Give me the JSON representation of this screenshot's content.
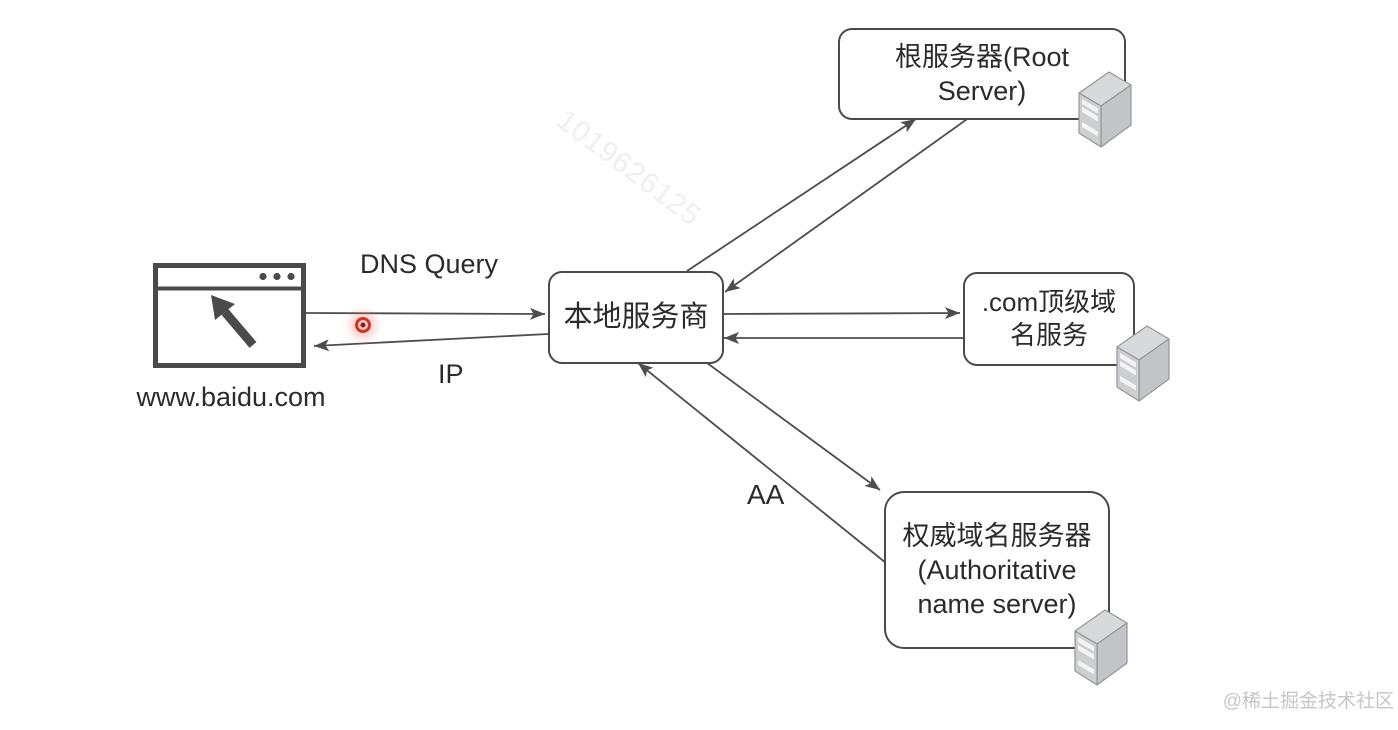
{
  "diagram": {
    "title_hint": "DNS resolution flow diagram",
    "nodes": {
      "browser": {
        "label": "www.baidu.com"
      },
      "local": {
        "label": "本地服务商"
      },
      "root": {
        "line1": "根服务器(Root",
        "line2": "Server)"
      },
      "tld": {
        "line1": ".com顶级域",
        "line2": "名服务"
      },
      "auth": {
        "line1": "权威域名服务器",
        "line2": "(Authoritative",
        "line3": "name server)"
      }
    },
    "edge_labels": {
      "query": "DNS Query",
      "ip": "IP",
      "aa": "AA"
    },
    "watermark": "1019626125",
    "credit": "@稀土掘金技术社区",
    "colors": {
      "line": "#4d4d4d",
      "box_border": "#4a4a4a",
      "text": "#2b2b2b",
      "watermark": "#efefef",
      "credit": "#c6c6c6",
      "pointer_red": "#cf3327",
      "server_front": "#cdced1",
      "server_side": "#c3c4c7",
      "server_top": "#d8d9db"
    }
  }
}
